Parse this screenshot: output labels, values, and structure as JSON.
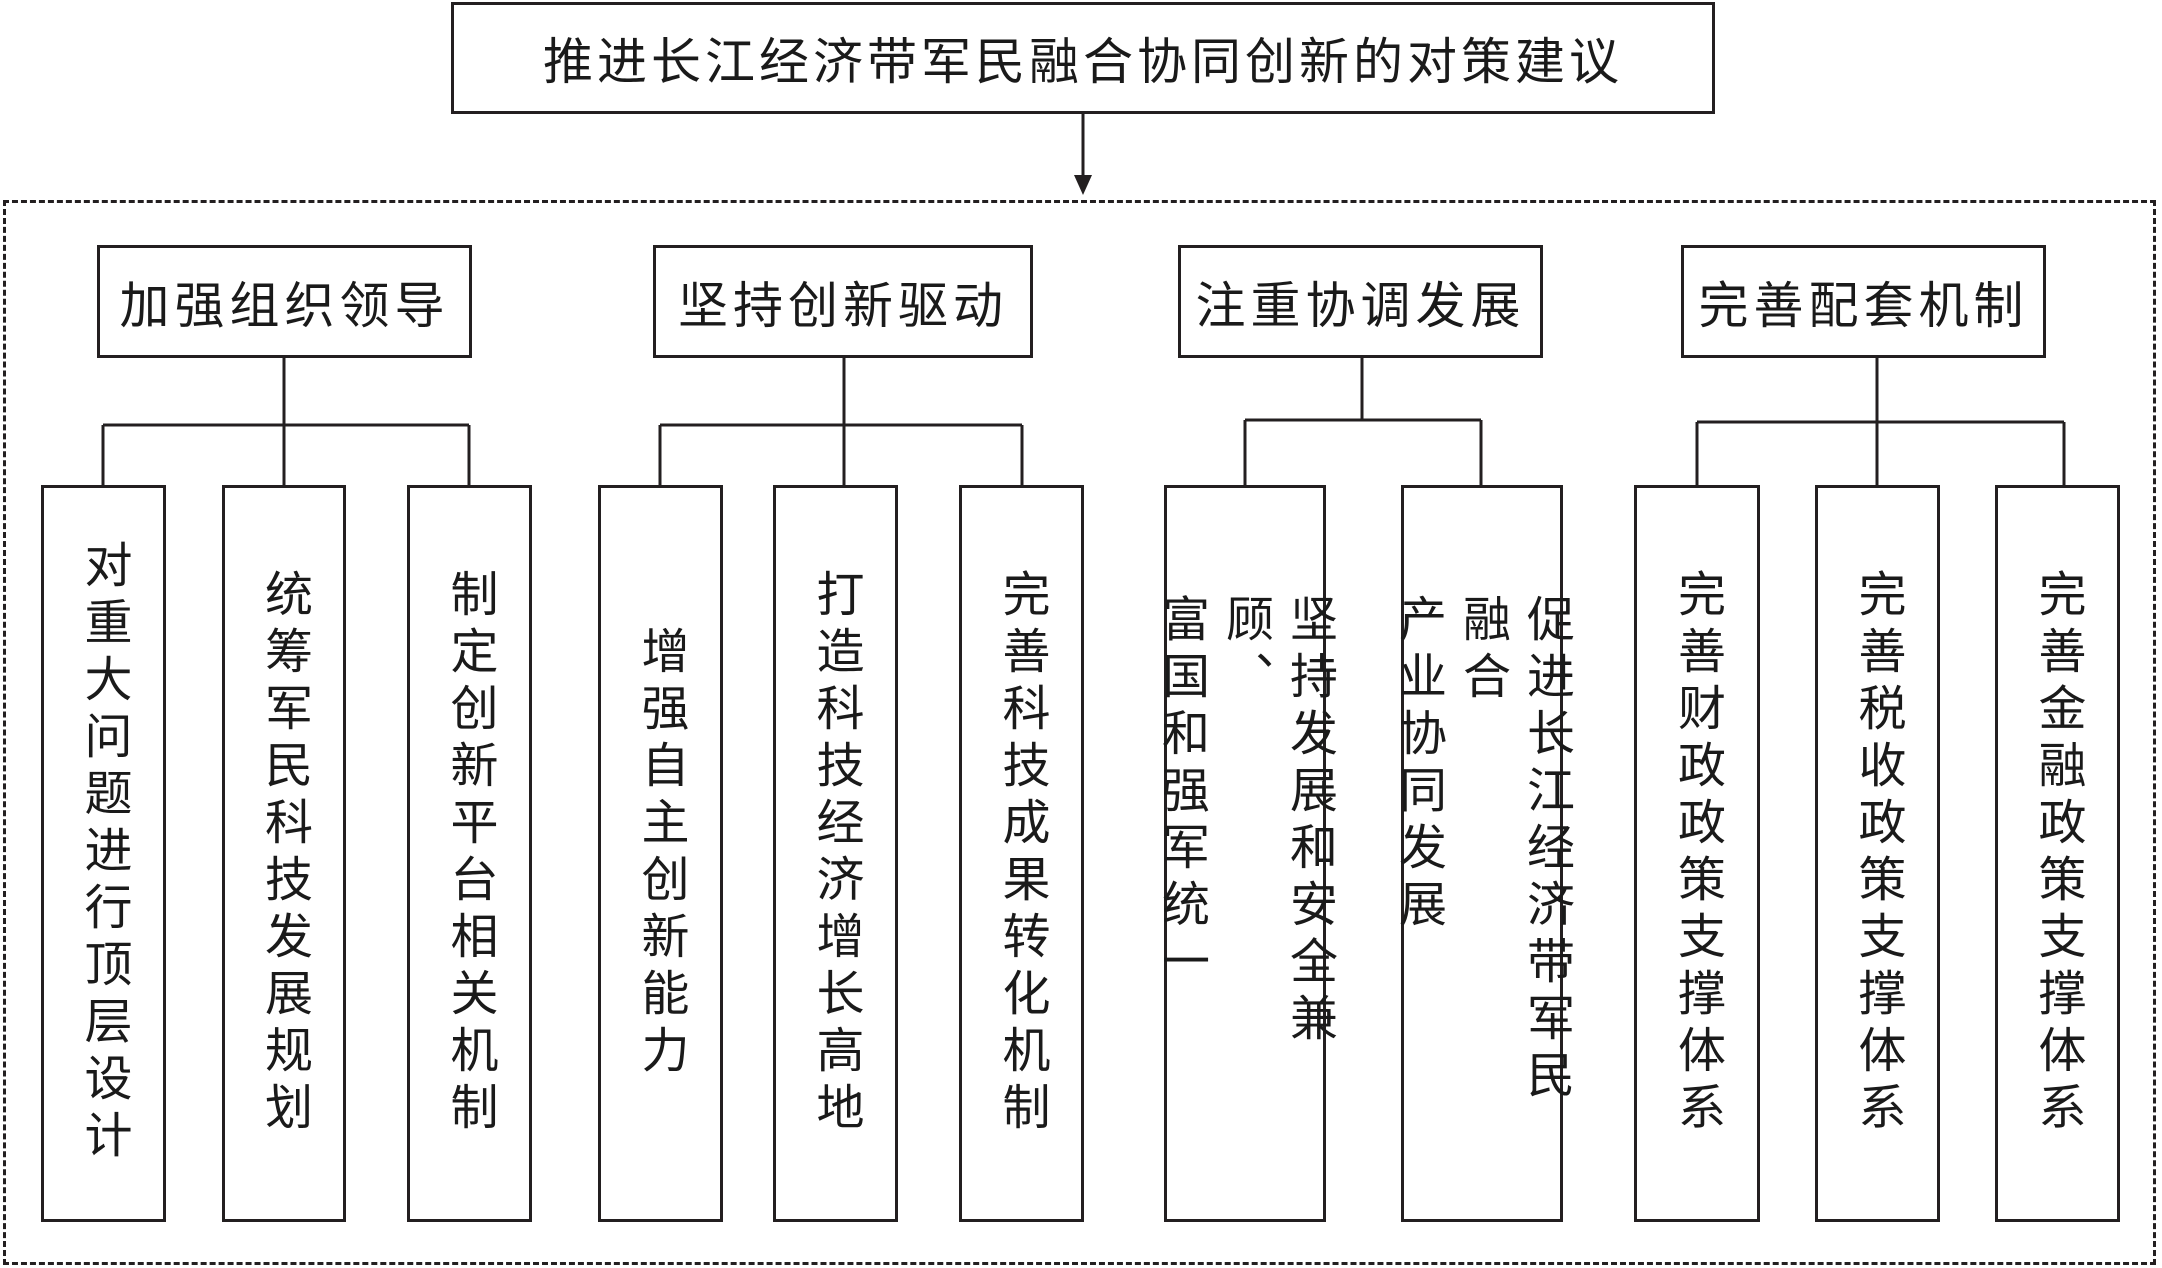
{
  "title": "推进长江经济带军民融合协同创新的对策建议",
  "groups": [
    {
      "label": "加强组织领导",
      "leaves": [
        {
          "text": "对重大问题进行顶层设计"
        },
        {
          "text": "统筹军民科技发展规划"
        },
        {
          "text": "制定创新平台相关机制"
        }
      ]
    },
    {
      "label": "坚持创新驱动",
      "leaves": [
        {
          "text": "增强自主创新能力"
        },
        {
          "text": "打造科技经济增长高地"
        },
        {
          "text": "完善科技成果转化机制"
        }
      ]
    },
    {
      "label": "注重协调发展",
      "leaves": [
        {
          "col1": "坚持发展和安全兼顾、",
          "col2": "富国和强军统一"
        },
        {
          "col1": "促进长江经济带军民融合",
          "col2": "产业协同发展"
        }
      ]
    },
    {
      "label": "完善配套机制",
      "leaves": [
        {
          "text": "完善财政政策支撑体系"
        },
        {
          "text": "完善税收政策支撑体系"
        },
        {
          "text": "完善金融政策支撑体系"
        }
      ]
    }
  ]
}
